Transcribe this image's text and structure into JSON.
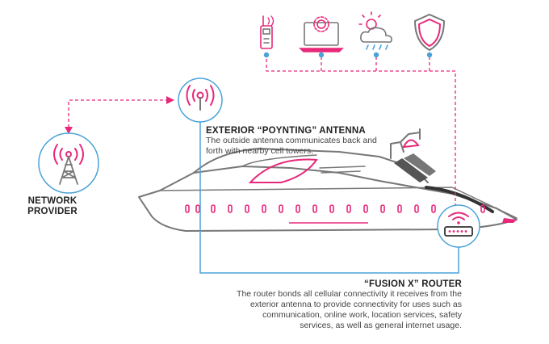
{
  "network_provider": {
    "label_line1": "NETWORK",
    "label_line2": "PROVIDER"
  },
  "exterior_antenna": {
    "title": "EXTERIOR “POYNTING” ANTENNA",
    "description": "The outside antenna communicates back and forth with nearby cell towers."
  },
  "router": {
    "title": "“FUSION X” ROUTER",
    "description": "The router bonds all cellular connectivity it receives from the exterior antenna to provide connectivity for uses such as communication, online work, location services, safety services, as well as general internet usage."
  },
  "top_icons": [
    "walkie-talkie-icon",
    "laptop-gear-icon",
    "weather-icon",
    "shield-icon"
  ],
  "colors": {
    "accent_pink": "#e8287a",
    "line_blue": "#4aa3d8",
    "outline_gray": "#777777",
    "text_dark": "#222222"
  }
}
